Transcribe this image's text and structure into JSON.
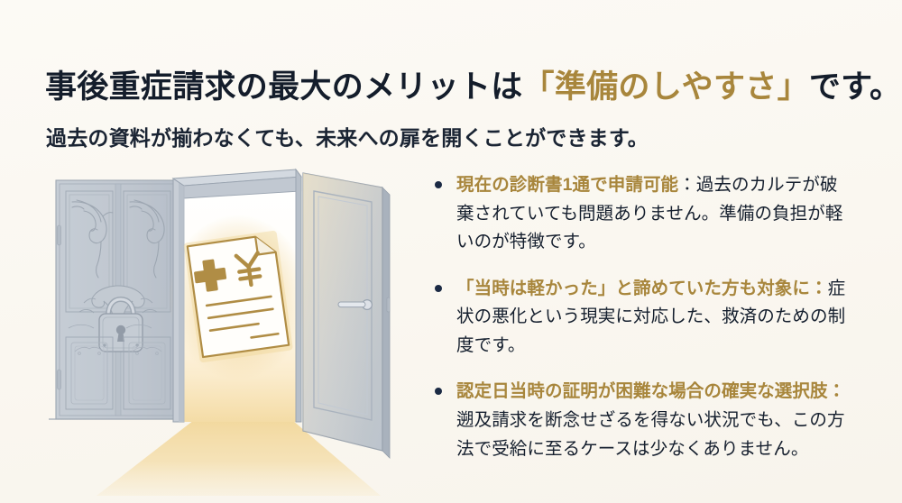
{
  "slide": {
    "background_color": "#fbf8f2",
    "accent_color": "#a8863c",
    "text_color": "#151f2e",
    "bullet_dot_color": "#1b2a44"
  },
  "title": {
    "part1": "事後重症請求の最大のメリットは",
    "accent": "「準備のしやすさ」",
    "part2": "です。"
  },
  "subtitle": {
    "text": "過去の資料が揃わなくても、未来への扉を開くことができます。"
  },
  "bullets": [
    {
      "lead": "現在の診断書1通で申請可能",
      "body": "：過去のカルテが破棄されていても問題ありません。準備の負担が軽いのが特徴です。"
    },
    {
      "lead": "「当時は軽かった」と諦めていた方も対象に：",
      "body": "症状の悪化という現実に対応した、救済のための制度です。"
    },
    {
      "lead": "認定日当時の証明が困難な場合の確実な選択肢：",
      "body": "遡及請求を断念せざるを得ない状況でも、この方法で受給に至るケースは少なくありません。"
    }
  ],
  "illustration": {
    "description": "locked-ornate-door-and-open-door-with-light",
    "closed_door": {
      "name": "locked-ornate-double-door",
      "panel_color": "#bfc6cf",
      "line_color": "#8d97a4",
      "padlock": "locked"
    },
    "open_door": {
      "name": "open-door-with-light",
      "panel_color": "#c3cad3",
      "handle": "lever-handle"
    },
    "light": {
      "name": "golden-light-beam",
      "color": "#f0d79a"
    },
    "document": {
      "name": "medical-claim-document",
      "symbols": [
        "medical-cross",
        "yen-sign"
      ],
      "line_count": 4,
      "stroke_color": "#b08d45"
    }
  }
}
